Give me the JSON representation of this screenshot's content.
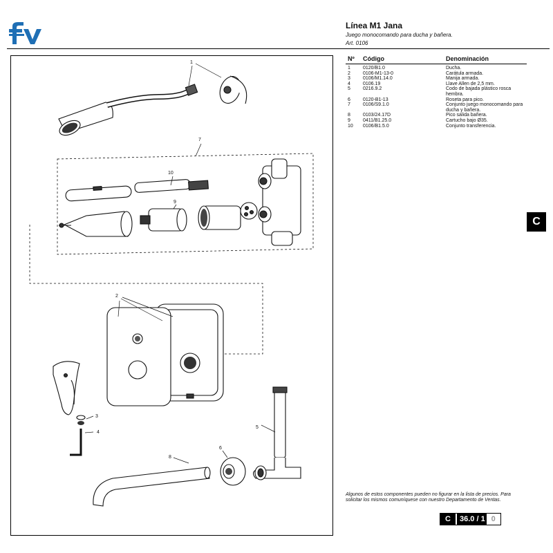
{
  "header": {
    "title": "Línea M1 Jana",
    "subtitle": "Juego monocomando para ducha y bañera.",
    "article": "Art. 0106",
    "logo_text": "fv"
  },
  "parts_table": {
    "col_no": "Nº",
    "col_code": "Código",
    "col_name": "Denominación",
    "rows": [
      {
        "n": "1",
        "code": "0120/B1.0",
        "name": "Ducha."
      },
      {
        "n": "2",
        "code": "0106-M1-13-0",
        "name": "Carátula armada."
      },
      {
        "n": "3",
        "code": "0106/M1.14.0",
        "name": "Manija armada."
      },
      {
        "n": "4",
        "code": "0106.19",
        "name": "Llave Allen de 2,5 mm."
      },
      {
        "n": "5",
        "code": "0216.9.2",
        "name": "Codo de bajada plástico rosca hembra."
      },
      {
        "n": "6",
        "code": "0120-B1-13",
        "name": "Roseta para pico."
      },
      {
        "n": "7",
        "code": "0106/S9.1.0",
        "name": "Conjunto juego monocomando para ducha y bañera."
      },
      {
        "n": "8",
        "code": "0103/24.17D",
        "name": "Pico salida bañera."
      },
      {
        "n": "9",
        "code": "0411/B1.25.0",
        "name": "Cartucho bajo Ø35."
      },
      {
        "n": "10",
        "code": "0106/B1.5.0",
        "name": "Conjunto transferencia."
      }
    ]
  },
  "section_tab": "C",
  "footnote": "Algunos de estos componentes pueden no figurar en la lista de precios. Para solicitar los mismos comuníquese con nuestro Departamento de Ventas.",
  "page_badge": {
    "letter": "C",
    "number": "36.0 / 1",
    "revision": "0"
  },
  "callouts": {
    "c1": "1",
    "c2": "2",
    "c3": "3",
    "c4": "4",
    "c5": "5",
    "c6": "6",
    "c7": "7",
    "c8": "8",
    "c9": "9",
    "c10": "10"
  },
  "colors": {
    "brand": "#1f6fb5",
    "ink": "#111111"
  }
}
